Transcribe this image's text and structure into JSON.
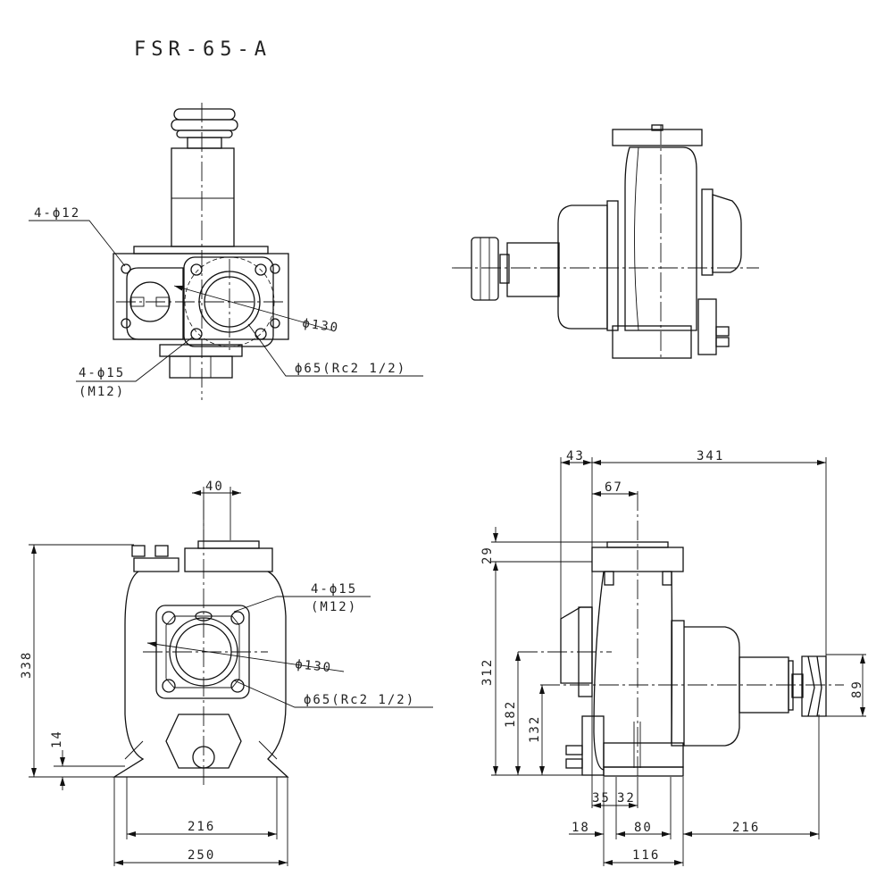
{
  "title": "FSR-65-A",
  "top_front_view": {
    "bolt_holes_label": "4-ϕ12",
    "flange_pcd_label": "ϕ130",
    "flange_holes_label": "4-ϕ15",
    "flange_thread_label": "(M12)",
    "port_label": "ϕ65(Rc2 1/2)"
  },
  "bottom_front_view": {
    "dim_top": "40",
    "dim_height": "338",
    "dim_base": "14",
    "flange_holes_label": "4-ϕ15",
    "flange_thread_label": "(M12)",
    "flange_pcd_label": "ϕ130",
    "port_label": "ϕ65(Rc2 1/2)",
    "dim_feet_inner": "216",
    "dim_feet_outer": "250"
  },
  "bottom_side_view": {
    "dim_43": "43",
    "dim_341": "341",
    "dim_67": "67",
    "dim_29": "29",
    "dim_312": "312",
    "dim_182": "182",
    "dim_132": "132",
    "dim_89": "89",
    "dim_35": "35",
    "dim_32": "32",
    "dim_18": "18",
    "dim_80": "80",
    "dim_216": "216",
    "dim_116": "116"
  }
}
